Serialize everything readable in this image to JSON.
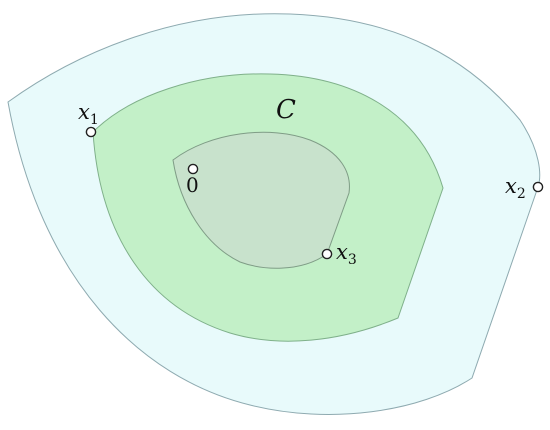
{
  "diagram": {
    "region_outer": {
      "color": "#e8fafb",
      "stroke": "#8eaab0"
    },
    "region_middle": {
      "label": "C",
      "color": "#c3f0c8",
      "stroke": "#7fb08a"
    },
    "region_inner": {
      "color": "#c8e2cc",
      "stroke": "#7f9c86"
    },
    "points": [
      {
        "id": "x1",
        "base": "x",
        "sub": "1"
      },
      {
        "id": "x2",
        "base": "x",
        "sub": "2"
      },
      {
        "id": "x3",
        "base": "x",
        "sub": "3"
      },
      {
        "id": "origin",
        "label": "0"
      }
    ]
  }
}
